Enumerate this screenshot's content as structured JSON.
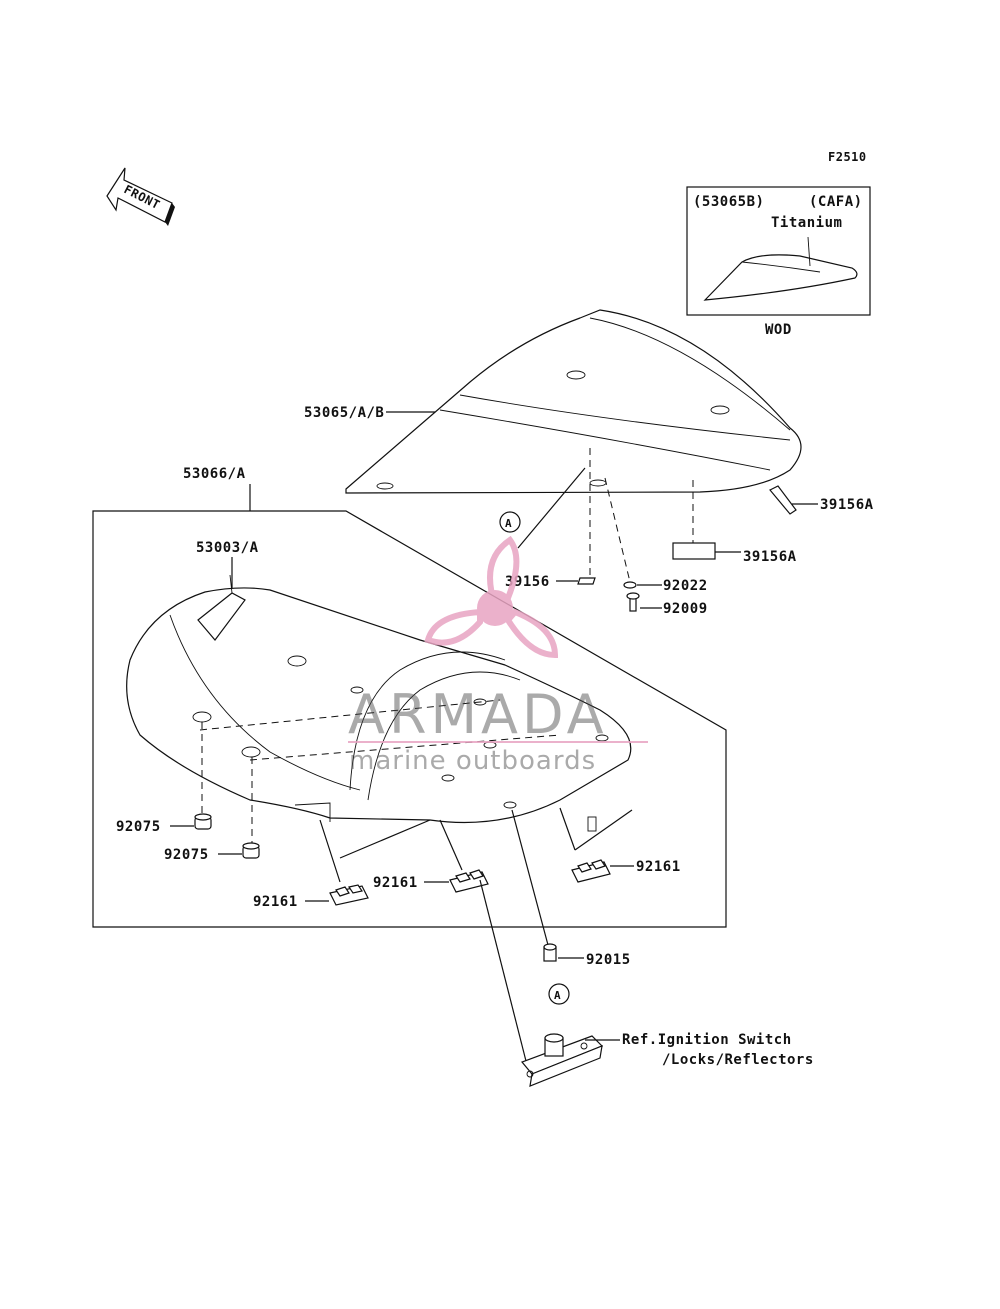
{
  "figure_code": "F2510",
  "front_arrow": "FRONT",
  "inset": {
    "part": "(53065B)",
    "code": "(CAFA)",
    "color": "Titanium",
    "caption": "WOD"
  },
  "labels": {
    "cowl": "53065/A/B",
    "seat_assy": "53066/A",
    "seat_cover": "53003/A",
    "emblem_a": "39156A",
    "emblem_b": "39156A",
    "emblem_c": "39156",
    "washer": "92022",
    "bolt": "92009",
    "damper_1": "92075",
    "damper_2": "92075",
    "stopper_1": "92161",
    "stopper_2": "92161",
    "stopper_3": "92161",
    "collar": "92015",
    "ref_line1": "Ref.Ignition Switch",
    "ref_line2": "/Locks/Reflectors",
    "callout_top": "A",
    "callout_bottom": "A"
  },
  "watermark": {
    "title": "ARMADA",
    "subtitle": "marine outboards",
    "accent": "#e8a4c2",
    "text_color": "#4a4a4a"
  }
}
